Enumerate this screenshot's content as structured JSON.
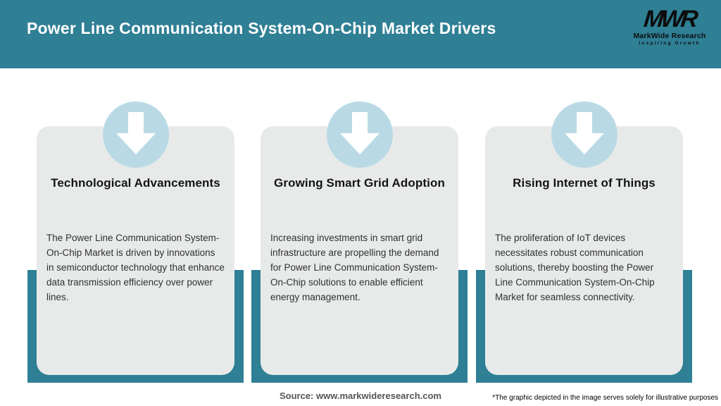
{
  "header": {
    "title": "Power Line Communication System-On-Chip Market Drivers",
    "logo": {
      "acronym": "MWR",
      "name": "MarkWide Research",
      "tagline": "Inspiring Growth"
    }
  },
  "cards": [
    {
      "icon": "down-arrow-icon",
      "title": "Technological Advancements",
      "description": "The Power Line Communication System-On-Chip Market is driven by innovations in semiconductor technology that enhance data transmission efficiency over power lines."
    },
    {
      "icon": "down-arrow-icon",
      "title": "Growing Smart Grid Adoption",
      "description": "Increasing investments in smart grid infrastructure are propelling the demand for Power Line Communication System-On-Chip solutions to enable efficient energy management."
    },
    {
      "icon": "down-arrow-icon",
      "title": "Rising Internet of Things",
      "description": "The proliferation of IoT devices necessitates robust communication solutions, thereby boosting the Power Line Communication System-On-Chip Market for seamless connectivity."
    }
  ],
  "footer": {
    "source": "Source: www.markwideresearch.com",
    "disclaimer": "*The graphic depicted in the image serves solely for illustrative purposes"
  },
  "colors": {
    "teal": "#2F7F95",
    "circle_blue": "#B9DAE5",
    "card_gray": "#E8EAEA"
  }
}
